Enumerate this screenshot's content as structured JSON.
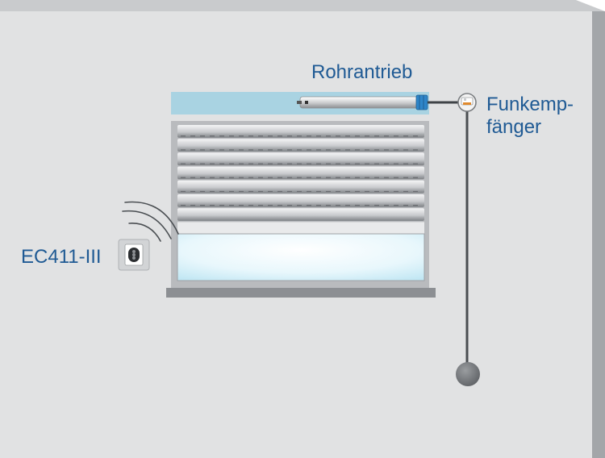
{
  "labels": {
    "tubular_motor": "Rohrantrieb",
    "radio_receiver_line1": "Funkemp-",
    "radio_receiver_line2": "fänger",
    "transmitter": "EC411-III"
  },
  "colors": {
    "wall": "#e1e2e3",
    "wall_edge_top": "#c7c9cb",
    "wall_edge_right": "#9a9ea2",
    "shutter_box": "#a9d3e2",
    "shutter_frame": "#bbbdc0",
    "slat_light": "#f2f2f3",
    "slat_dark": "#7d8084",
    "window_glass": "#e6f6fc",
    "sill": "#8c8f93",
    "cable": "#4a4e52",
    "label_text": "#1f5a94",
    "motor_end": "#2e86c9"
  },
  "icons": {
    "receiver": "radio-receiver-icon",
    "transmitter": "wall-switch-icon",
    "signal": "radio-waves-icon",
    "motor": "tubular-motor-icon",
    "pull_knob": "cable-end-knob-icon"
  }
}
